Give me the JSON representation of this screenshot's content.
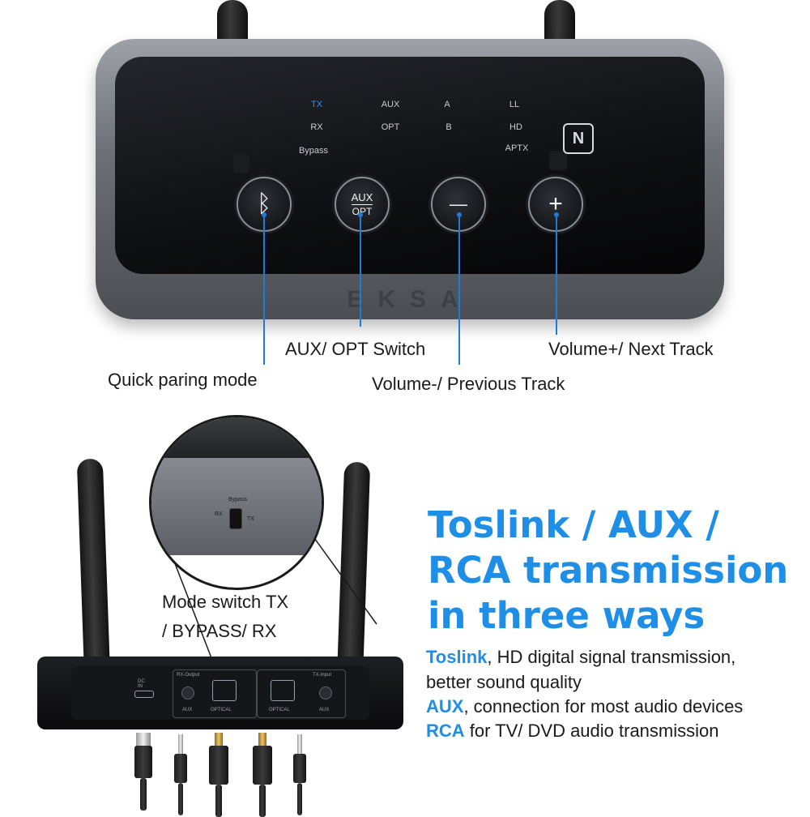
{
  "device_top": {
    "brand": "EKSA",
    "indicators": {
      "col1": [
        "TX",
        "RX",
        "Bypass"
      ],
      "col2": [
        "AUX",
        "OPT"
      ],
      "col3": [
        "A",
        "B"
      ],
      "col4": [
        "LL",
        "HD",
        "APTX"
      ]
    },
    "buttons": {
      "bluetooth_symbol": "ᛒ",
      "aux_label": "AUX",
      "opt_label": "OPT",
      "minus_symbol": "—",
      "plus_symbol": "+"
    },
    "nfc_symbol": "N"
  },
  "callouts": {
    "quick_pairing": "Quick paring mode",
    "aux_opt_switch": "AUX/ OPT Switch",
    "volume_minus": "Volume-/ Previous Track",
    "volume_plus": "Volume+/ Next Track"
  },
  "device_bottom": {
    "ports": {
      "dc_in": "DC IN",
      "rx_output": "RX-Output",
      "aux_left": "AUX",
      "optical_left": "OPTICAL",
      "optical_right": "OPTICAL",
      "tx_input": "TX-Input",
      "aux_right": "AUX"
    },
    "zoom": {
      "bypass": "Bypass",
      "rx": "RX",
      "tx": "TX"
    }
  },
  "mode_switch": {
    "line1": "Mode switch TX",
    "line2": "/ BYPASS/ RX"
  },
  "headline": {
    "line1": "Toslink / AUX /",
    "line2": "RCA transmission",
    "line3": "in three ways"
  },
  "features": [
    {
      "keyword": "Toslink",
      "text": ", HD digital signal transmission,"
    },
    {
      "keyword": "",
      "text": "better sound quality"
    },
    {
      "keyword": "AUX",
      "text": ", connection for most audio devices"
    },
    {
      "keyword": "RCA",
      "text": " for TV/ DVD audio transmission"
    }
  ],
  "colors": {
    "accent": "#1f8ee6",
    "callout_line": "#1f7bd8",
    "led_active": "#2f8fff"
  }
}
